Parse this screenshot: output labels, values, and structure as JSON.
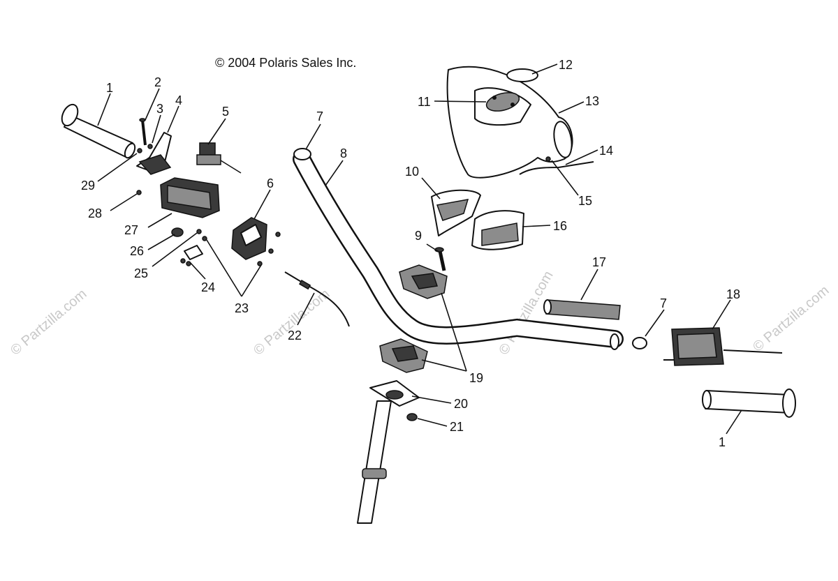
{
  "copyright": "© 2004 Polaris Sales Inc.",
  "watermarks": {
    "partzilla": "© Partzilla.com"
  },
  "callouts": {
    "c1a": "1",
    "c1b": "1",
    "c2": "2",
    "c3": "3",
    "c4": "4",
    "c5": "5",
    "c6": "6",
    "c7a": "7",
    "c7b": "7",
    "c8": "8",
    "c9": "9",
    "c10": "10",
    "c11": "11",
    "c12": "12",
    "c13": "13",
    "c14": "14",
    "c15": "15",
    "c16": "16",
    "c17": "17",
    "c18": "18",
    "c19": "19",
    "c20": "20",
    "c21": "21",
    "c22": "22",
    "c23": "23",
    "c24": "24",
    "c25": "25",
    "c26": "26",
    "c27": "27",
    "c28": "28",
    "c29": "29"
  }
}
